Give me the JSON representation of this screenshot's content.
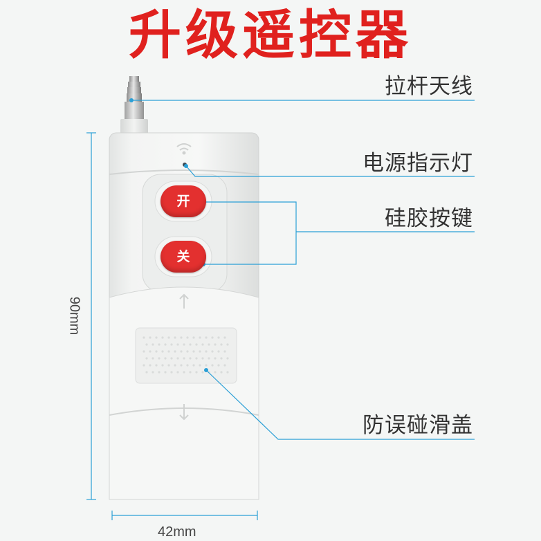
{
  "title": "升级遥控器",
  "labels": {
    "antenna": "拉杆天线",
    "indicator": "电源指示灯",
    "buttons": "硅胶按键",
    "cover": "防误碰滑盖"
  },
  "remote_buttons": {
    "on": "开",
    "off": "关"
  },
  "dimensions": {
    "height": "90mm",
    "width": "42mm"
  },
  "colors": {
    "title": "#e0211e",
    "button": "#e3302f",
    "leader_line": "#2a9fd6"
  },
  "icons": [
    "wifi-signal-icon",
    "up-arrow-icon",
    "down-arrow-icon"
  ]
}
